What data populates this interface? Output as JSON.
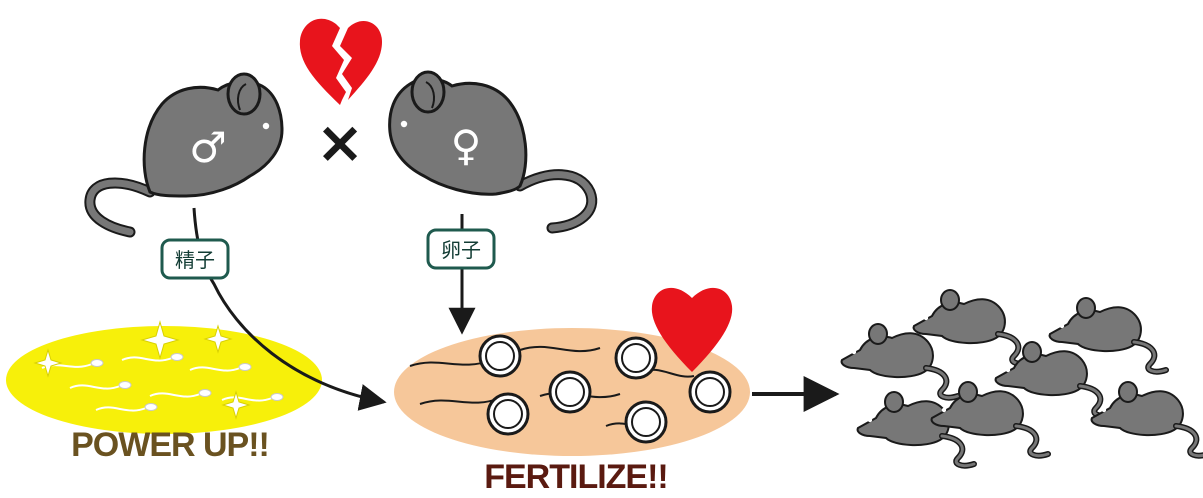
{
  "labels": {
    "male_symbol": "♂",
    "cross": "×",
    "female_symbol": "♀",
    "sperm_tag": "精子",
    "egg_tag": "卵子",
    "power_up": "POWER UP!!",
    "fertilize": "FERTILIZE!!"
  },
  "colors": {
    "mouse_fill": "#777777",
    "outline": "#1a1a1a",
    "heart": "#e8141c",
    "power_up_fill": "#f7f00a",
    "fertilize_fill": "#f6c79a",
    "tag_border": "#1f5a4e",
    "tag_text": "#123c34",
    "power_up_text": "#6a5220",
    "fertilize_text": "#5a1a10"
  },
  "icons": [
    "broken-heart-icon",
    "heart-icon",
    "sparkle-icon",
    "mouse-icon",
    "sperm-icon",
    "egg-cell-icon"
  ]
}
